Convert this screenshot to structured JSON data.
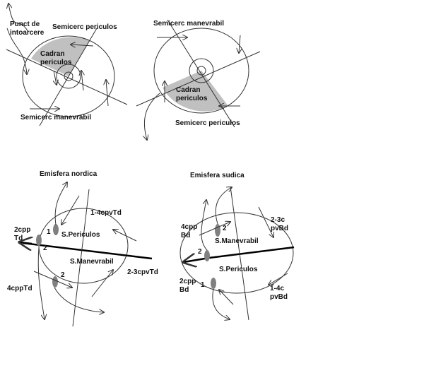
{
  "diagram1": {
    "turn_point": "Punct de\nintoarcere",
    "dangerous_semicircle": "Semicerc periculos",
    "dangerous_quadrant": "Cadran\npericulos",
    "navigable_semicircle": "Semicerc manevrabil"
  },
  "diagram2": {
    "navigable_semicircle": "Semicerc manevrabil",
    "dangerous_quadrant": "Cadran\npericulos",
    "dangerous_semicircle": "Semicerc periculos"
  },
  "northern": {
    "title": "Emisfera nordica",
    "dangerous": "S.Periculos",
    "navigable": "S.Manevrabil",
    "label_1_4": "1-4cpvTd",
    "label_2cpp": "2cpp\nTd",
    "label_2_3": "2-3cpvTd",
    "label_4cpp": "4cppTd",
    "num_1": "1",
    "num_2a": "2",
    "num_2b": "2"
  },
  "southern": {
    "title": "Emisfera sudica",
    "navigable": "S.Manevrabil",
    "dangerous": "S.Periculos",
    "label_4cpp": "4cpp\nBd",
    "label_2_3": "2-3c\npvBd",
    "label_2cpp": "2cpp\nBd",
    "label_1_4": "1-4c\npvBd",
    "num_1": "1",
    "num_2a": "2",
    "num_2b": "2"
  },
  "colors": {
    "shade": "#c0c0c0",
    "marker": "#808080"
  }
}
